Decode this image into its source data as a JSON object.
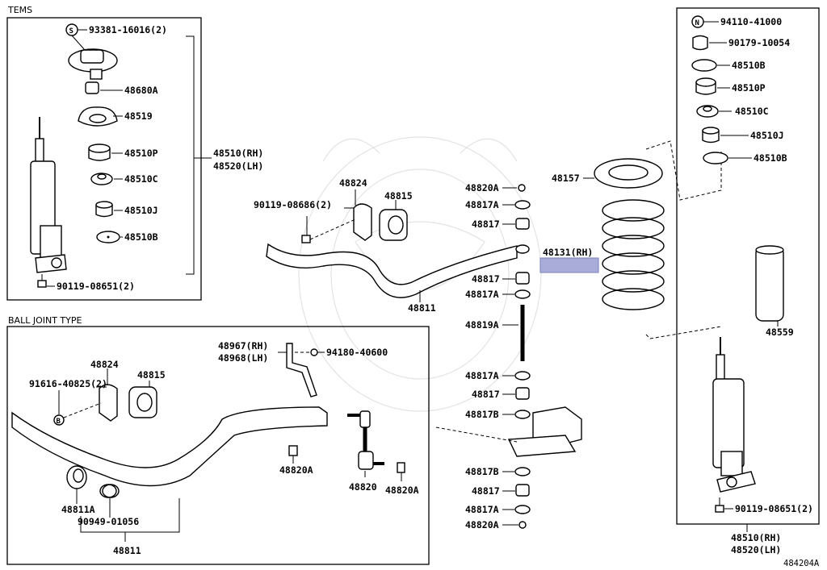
{
  "sections": {
    "tems": "TEMS",
    "ball_joint": "BALL JOINT TYPE"
  },
  "symbols": {
    "s": "S",
    "n": "N",
    "b": "B"
  },
  "labels": {
    "p93381": "93381-16016(2)",
    "p48680A": "48680A",
    "p48519": "48519",
    "p48510P_l": "48510P",
    "p48510C_l": "48510C",
    "p48510J_l": "48510J",
    "p48510B_l": "48510B",
    "p48510_rh_l": "48510(RH)",
    "p48520_lh_l": "48520(LH)",
    "p90119_l": "90119-08651(2)",
    "p48824_top": "48824",
    "p48815_top": "48815",
    "p90119_08686": "90119-08686(2)",
    "p48811_top": "48811",
    "p48820A_1": "48820A",
    "p48817A_1": "48817A",
    "p48817_1": "48817",
    "p48817_2": "48817",
    "p48817A_2": "48817A",
    "p48819A": "48819A",
    "p48817A_3": "48817A",
    "p48817_3": "48817",
    "p48817B_1": "48817B",
    "p48817B_2": "48817B",
    "p48817_4": "48817",
    "p48817A_4": "48817A",
    "p48820A_2": "48820A",
    "p48157": "48157",
    "p48131": "48131(RH)",
    "p94110": "94110-41000",
    "p90179": "90179-10054",
    "p48510B_r1": "48510B",
    "p48510P_r": "48510P",
    "p48510C_r": "48510C",
    "p48510J_r": "48510J",
    "p48510B_r2": "48510B",
    "p48559": "48559",
    "p90119_r": "90119-08651(2)",
    "p48510_rh_r": "48510(RH)",
    "p48520_lh_r": "48520(LH)",
    "p48824_bot": "48824",
    "p48815_bot": "48815",
    "p91616": "91616-40825(2)",
    "p48967": "48967(RH)",
    "p48968": "48968(LH)",
    "p94180": "94180-40600",
    "p48820A_b1": "48820A",
    "p48820": "48820",
    "p48820A_b2": "48820A",
    "p48811A": "48811A",
    "p90949": "90949-01056",
    "p48811_bot": "48811",
    "figure_id": "484204A"
  }
}
